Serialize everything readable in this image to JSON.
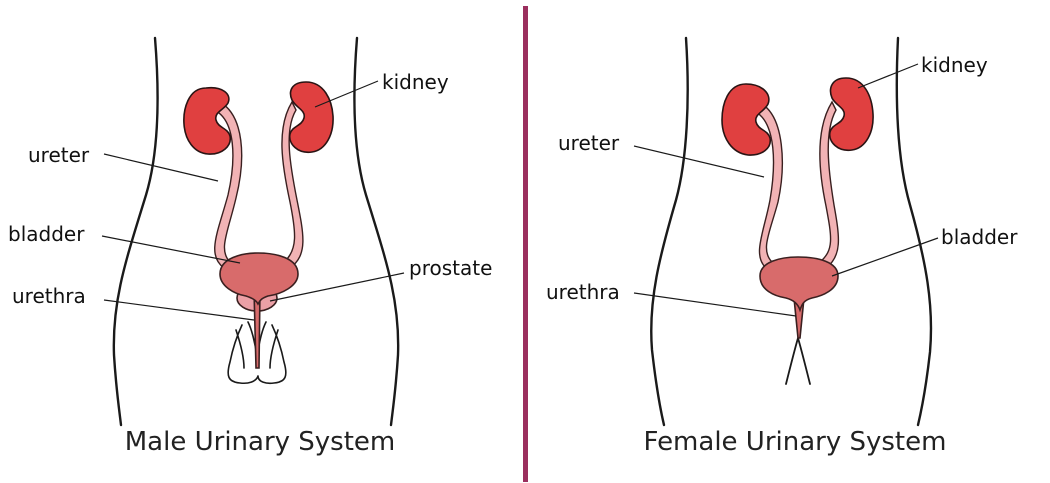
{
  "colors": {
    "kidney": "#e04040",
    "ureter": "#f2b3b5",
    "bladder": "#d86b6b",
    "prostate": "#eba0a6",
    "divider": "#9b2f5e",
    "outline": "#1a1a1a"
  },
  "male": {
    "caption": "Male Urinary System",
    "labels": {
      "kidney": "kidney",
      "ureter": "ureter",
      "bladder": "bladder",
      "urethra": "urethra",
      "prostate": "prostate"
    }
  },
  "female": {
    "caption": "Female Urinary System",
    "labels": {
      "kidney": "kidney",
      "ureter": "ureter",
      "bladder": "bladder",
      "urethra": "urethra"
    }
  }
}
